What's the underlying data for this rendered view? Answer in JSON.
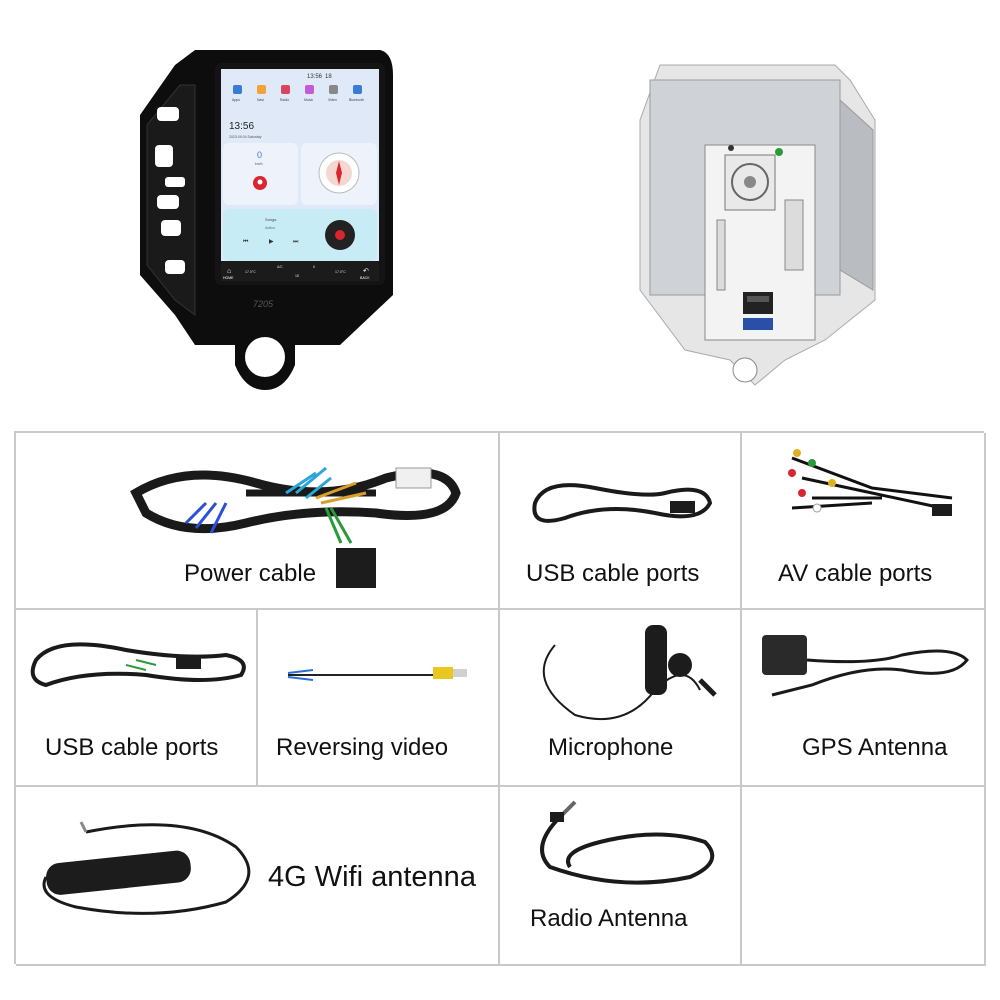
{
  "screen": {
    "status_time": "13:56",
    "status_extra": "18",
    "apps": [
      "Apps",
      "Navi",
      "Radio",
      "Music",
      "Video",
      "Bluetooth"
    ],
    "clock": "13:56",
    "date": "2023.09.04 Saturday",
    "speed": "0",
    "speed_unit": "km/h",
    "song": "Songs",
    "artist": "Author",
    "ac_label": "A/C",
    "temp_left": "17.0°C",
    "temp_right": "17.0°C",
    "fan": "18",
    "fan_speed": "6",
    "home_label": "HOME",
    "back_label": "BACK",
    "brand": "7205"
  },
  "accessories": [
    {
      "id": "power-cable",
      "label": "Power cable"
    },
    {
      "id": "usb-cable-ports-1",
      "label": "USB cable ports"
    },
    {
      "id": "av-cable-ports",
      "label": "AV cable ports"
    },
    {
      "id": "usb-cable-ports-2",
      "label": "USB cable ports"
    },
    {
      "id": "reversing-video",
      "label": "Reversing video"
    },
    {
      "id": "microphone",
      "label": "Microphone"
    },
    {
      "id": "gps-antenna",
      "label": "GPS Antenna"
    },
    {
      "id": "wifi-antenna",
      "label": "4G Wifi antenna"
    },
    {
      "id": "radio-antenna",
      "label": "Radio Antenna"
    }
  ],
  "colors": {
    "grid_border": "#c9c9c9",
    "bezel": "#141414",
    "screen_bg": "#dfe9f8",
    "back_panel": "#cfd3d8"
  }
}
